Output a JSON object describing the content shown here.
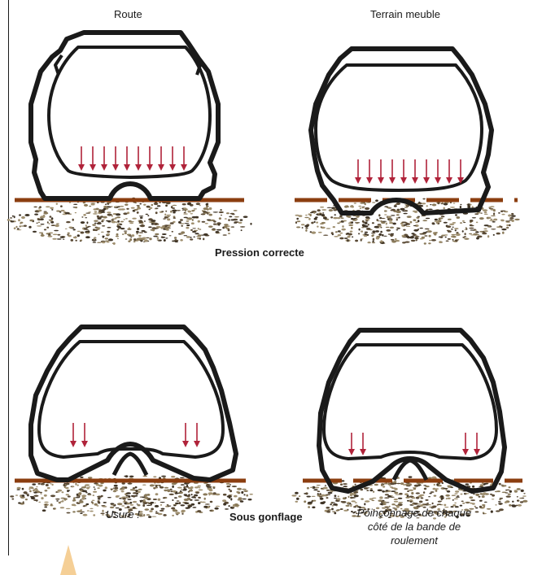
{
  "columns": {
    "left_title": "Route",
    "right_title": "Terrain meuble"
  },
  "sections": {
    "top_caption": "Pression correcte",
    "bottom_caption": "Sous gonflage"
  },
  "notes": {
    "left": "Usure !",
    "right_line1": "Poinçonnage de chaque",
    "right_line2": "côté de la bande de",
    "right_line3": "roulement"
  },
  "colors": {
    "tire_outline": "#1a1a1a",
    "pressure_arrow": "#b0233a",
    "ground_line": "#8b3e10",
    "soil_a": "#5a4a35",
    "soil_b": "#8a7a5a",
    "accent_triangle": "#f5cf96"
  }
}
